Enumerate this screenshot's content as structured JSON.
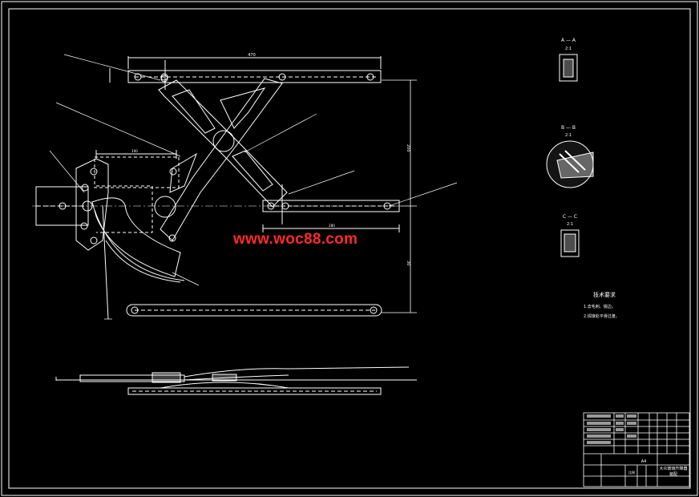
{
  "watermark": "www.woc88.com",
  "section_views": {
    "a": {
      "label": "A — A",
      "scale": "2:1"
    },
    "b": {
      "label": "B — B",
      "scale": "2:1"
    },
    "c": {
      "label": "C — C",
      "scale": "2:1"
    }
  },
  "dimensions": {
    "top_bar_length": "470",
    "lower_bar_length": "280",
    "vertical_upper": "200",
    "vertical_lower": "30"
  },
  "technical_requirements": {
    "title": "技术要求",
    "items": [
      "1.去毛刺、锐边。",
      "2.焊接处平滑过渡。"
    ]
  },
  "title_block": {
    "top_code": "A4",
    "title_line1": "大众玻璃升降器",
    "title_line2": "装配",
    "scale_label": "比例"
  },
  "colors": {
    "background": "#000000",
    "lines": "#ffffff",
    "watermark": "#ff2a2a",
    "leaders": "#ffffff"
  }
}
